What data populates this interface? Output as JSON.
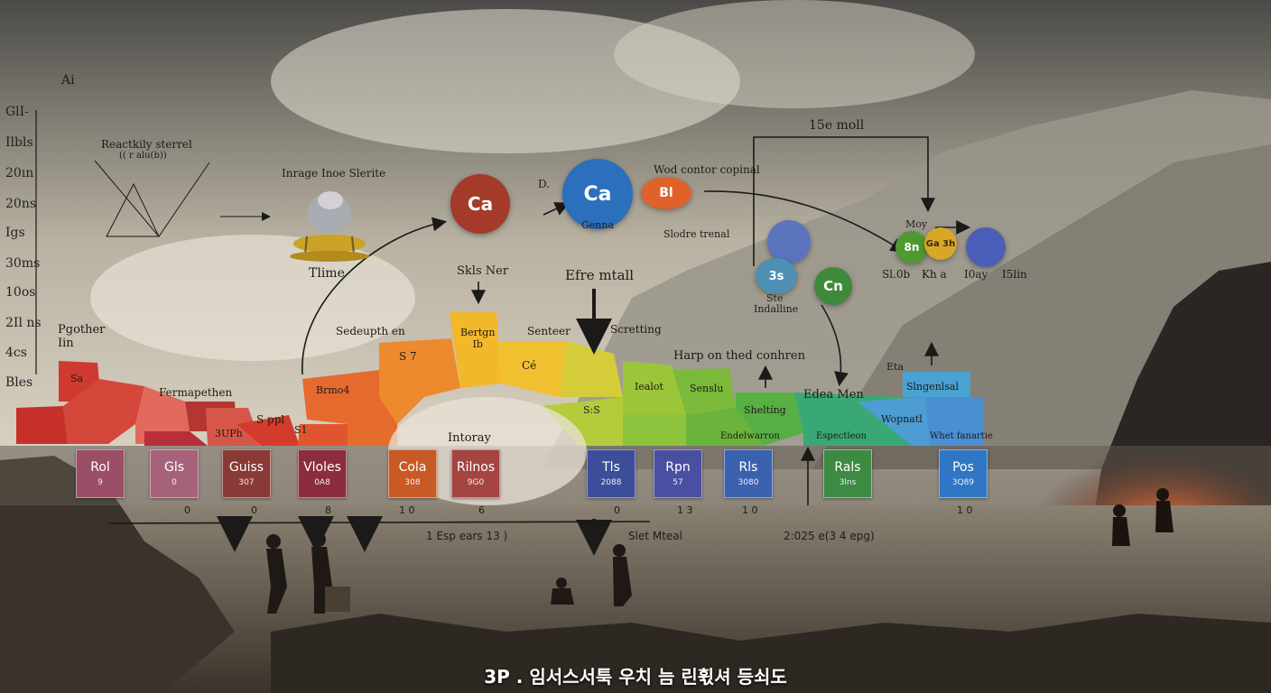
{
  "axis": {
    "top_label": "Ai",
    "ticks": [
      "GlI-",
      "Ilbls",
      "20ın",
      "20ns",
      "Igs",
      "30ms",
      "10os",
      "2Il ns",
      "4cs",
      "Bles"
    ]
  },
  "top": {
    "reactivity_title": "Reactkily sterrel",
    "reactivity_subtitle": "(( r alu(b))",
    "image_label": "Inrage Inoe Slerite",
    "time_label": "Tlime",
    "arrow_top_label": "15e moll"
  },
  "circles": [
    {
      "id": "ca-red",
      "symbol": "Ca",
      "color": "#a33a2a"
    },
    {
      "id": "ca-blue",
      "symbol": "Ca",
      "color": "#2c6fbd"
    },
    {
      "id": "bi-orange",
      "symbol": "Bl",
      "color": "#e0622b"
    },
    {
      "id": "blue-top",
      "symbol": "",
      "color": "#5c73bd"
    },
    {
      "id": "3s",
      "symbol": "3s",
      "color": "#4f8fb4"
    },
    {
      "id": "cn",
      "symbol": "Cn",
      "color": "#3f8a3a"
    },
    {
      "id": "8n",
      "symbol": "8n",
      "color": "#4f9a30"
    },
    {
      "id": "ga",
      "symbol": "Ga 3h",
      "color": "#d9a728"
    },
    {
      "id": "blue-right",
      "symbol": "",
      "color": "#4c5fb8"
    }
  ],
  "circle_labels": {
    "d": "D.",
    "genna": "Genna",
    "wod": "Wod  contor copinal",
    "sloare": "Slodre trenal",
    "sks": "Skls Ner",
    "efre": "Efre mtall",
    "may": "Moy",
    "stob": "Sl.0b",
    "kha": "Kh a",
    "ioay": "I0ay",
    "islin": "I5lin",
    "ste": "Ste",
    "indalline": "Indalline"
  },
  "band_labels": {
    "pgother": "Pgother\nIin",
    "sedeupthen": "Sedeupth en",
    "senteer": "Senteer",
    "scretting": "Scretting",
    "fermapethen": "Fermapethen",
    "harp": "Harp on thed conhren",
    "eta": "Eta",
    "bertgn": "Bertgn\nIb",
    "s7": "S 7",
    "ce": "Cé",
    "bmond": "Brmo4",
    "s5ppl": "S ppl",
    "sllph": "3UPh",
    "s1": "S1",
    "sis": "S:S",
    "lealot": "Iealot",
    "senslu": "Senslu",
    "shelting": "Sheltíng",
    "edea": "Edea Men",
    "slngenlsal": "Slngenlsal",
    "wopnati": "Wopnatl",
    "irdoray": "Intoray",
    "sa": "Sa",
    "endeluron": "Endelwarron",
    "espectleon": "Espectleon",
    "whetan": "Whet fanartie"
  },
  "tiles": [
    {
      "symbol": "Rol",
      "number": "9",
      "color": "#9a4f66"
    },
    {
      "symbol": "Gls",
      "number": "0",
      "color": "#a5627a"
    },
    {
      "symbol": "Guiss",
      "number": "307",
      "color": "#8a3a36"
    },
    {
      "symbol": "Vloles",
      "number": "0A8",
      "color": "#8b2d3d"
    },
    {
      "symbol": "Cola",
      "number": "308",
      "color": "#c85a26"
    },
    {
      "symbol": "Rilnos",
      "number": "9G0",
      "color": "#a44542"
    },
    {
      "symbol": "Tls",
      "number": "2088",
      "color": "#3c4d9a"
    },
    {
      "symbol": "Rpn",
      "number": "57",
      "color": "#4a4fa1"
    },
    {
      "symbol": "Rls",
      "number": "3080",
      "color": "#3a61ad"
    },
    {
      "symbol": "Rals",
      "number": "3lns",
      "color": "#3d8a42"
    },
    {
      "symbol": "Pos",
      "number": "3Q89",
      "color": "#2f76c4"
    }
  ],
  "bottom_numbers": [
    "0",
    "0",
    "8",
    "1 0",
    "6",
    "0",
    "1 3",
    "1 0",
    "1 0"
  ],
  "bottom_labels": {
    "left": "1 Esp ears 13 )",
    "middle": "Slet Mteal",
    "right": "2:025 e(3 4 epg)"
  },
  "caption": "3P . 임서스서툭 우치 늠 린휛셔 등쇠도",
  "colors": {
    "band": [
      "#c62f2a",
      "#d84a36",
      "#e5752f",
      "#f0a12e",
      "#f2c52c",
      "#c8d23a",
      "#8fc43b",
      "#4fae3e",
      "#3fae85",
      "#45a5c8",
      "#4b8fd6"
    ],
    "lava": "#e8561c",
    "sky_top": "#4a4a48",
    "sky_mid": "#bdb6a5"
  }
}
